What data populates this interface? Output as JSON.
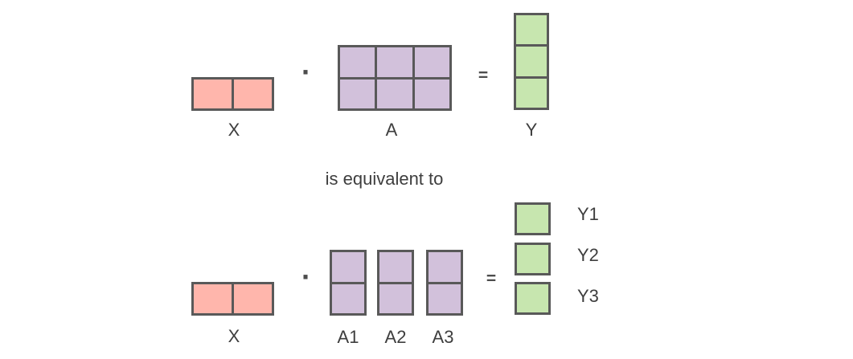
{
  "diagram": {
    "equivalence_text": "is equivalent to",
    "operators": {
      "dot": "·",
      "equals": "="
    },
    "colors": {
      "x_fill": "#FFB6AC",
      "a_fill": "#D2C1DB",
      "y_fill": "#C7E6AF",
      "stroke": "#595959",
      "text": "#3E3E3E",
      "operator": "#4D4D4D"
    },
    "top_equation": {
      "x": {
        "label": "X",
        "rows": 1,
        "cols": 2
      },
      "a": {
        "label": "A",
        "rows": 2,
        "cols": 3
      },
      "y": {
        "label": "Y",
        "rows": 3,
        "cols": 1
      }
    },
    "bottom_equation": {
      "x": {
        "label": "X",
        "rows": 1,
        "cols": 2
      },
      "a_columns": [
        {
          "label": "A1",
          "rows": 2,
          "cols": 1
        },
        {
          "label": "A2",
          "rows": 2,
          "cols": 1
        },
        {
          "label": "A3",
          "rows": 2,
          "cols": 1
        }
      ],
      "y_blocks": [
        {
          "label": "Y1",
          "rows": 1,
          "cols": 1
        },
        {
          "label": "Y2",
          "rows": 1,
          "cols": 1
        },
        {
          "label": "Y3",
          "rows": 1,
          "cols": 1
        }
      ]
    }
  }
}
